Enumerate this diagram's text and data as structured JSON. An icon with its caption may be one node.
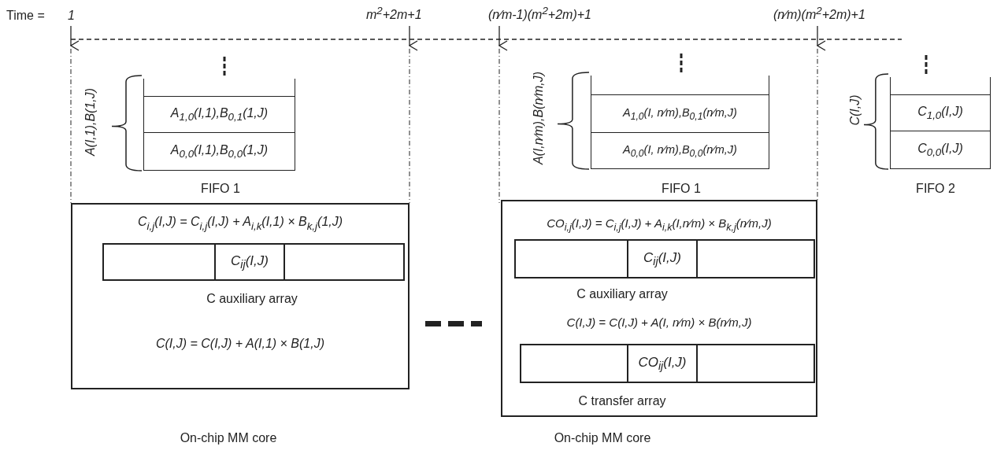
{
  "diagram": {
    "nodes": [
      {
        "text": [
          "A$_{1,0}$(I,1),B$_{0,1}$(1,J)",
          "A$_{0,0}$(I,1),B$_{0,0}$(1,J)"
        ],
        "beside": [
          "A(I,1),B(1,J)",
          "FIFO 1"
        ]
      },
      {
        "text": [
          "C$_{i,j}$(I,J) = C$_{i,j}$(I,J) + A$_{i,k}$(I,1) × B$_{k,j}$(1,J)",
          "C(I,J) = C(I,J) + A(I,1) × B(1,J)"
        ],
        "beside": [
          "On-chip MM core"
        ]
      },
      {
        "text": [
          "C$_{ij}$(I,J)"
        ],
        "beside": [
          "C auxiliary array"
        ],
        "in": 1
      },
      {
        "text": [
          "A$_{1,0}$(I, n∕m),B$_{0,1}$(n∕m,J)",
          "A$_{0,0}$(I, n∕m),B$_{0,0}$(n∕m,J)"
        ],
        "beside": [
          "A(I,n∕m),B(n∕m,J)",
          "FIFO 1"
        ]
      },
      {
        "text": [
          "CO$_{i,j}$(I,J) = C$_{i,j}$(I,J) + A$_{i,k}$(I,n∕m) × B$_{k,j}$(n∕m,J)",
          "C(I,J) = C(I,J) + A(I, n∕m) × B(n∕m,J)"
        ],
        "beside": [
          "On-chip MM core"
        ]
      },
      {
        "text": [
          "C$_{ij}$(I,J)"
        ],
        "beside": [
          "C auxiliary array"
        ],
        "in": 4
      },
      {
        "text": [
          "CO$_{ij}$(I,J)"
        ],
        "beside": [
          "C transfer array"
        ],
        "in": 4
      },
      {
        "text": [
          "C$_{1,0}$(I,J)",
          "C$_{0,0}$(I,J)"
        ],
        "beside": [
          "C(I,J)",
          "FIFO 2"
        ]
      }
    ],
    "labels": [
      "Time =",
      "1",
      "m$^{2}$+2m+1",
      "(n∕m-1)(m$^{2}$+2m)+1",
      "(n∕m)(m$^{2}$+2m)+1"
    ]
  }
}
